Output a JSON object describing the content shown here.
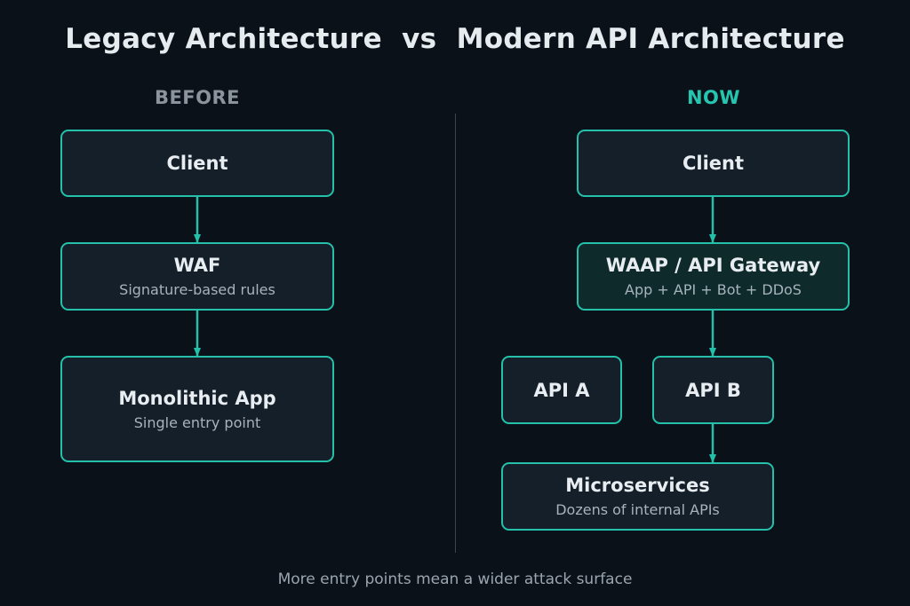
{
  "title": "Legacy Architecture  vs  Modern API Architecture",
  "before": {
    "label": "BEFORE",
    "nodes": [
      {
        "name": "Client",
        "sub": ""
      },
      {
        "name": "WAF",
        "sub": "Signature-based rules"
      },
      {
        "name": "Monolithic App",
        "sub": "Single entry point"
      }
    ]
  },
  "now": {
    "label": "NOW",
    "nodes": [
      {
        "name": "Client",
        "sub": ""
      },
      {
        "name": "WAAP / API Gateway",
        "sub": "App + API + Bot + DDoS"
      },
      {
        "name": "API A",
        "sub": ""
      },
      {
        "name": "API B",
        "sub": ""
      },
      {
        "name": "Microservices",
        "sub": "Dozens of internal APIs"
      }
    ]
  },
  "footer": "More entry points mean a wider attack surface",
  "colors": {
    "accent": "#25c0aa",
    "now_label": "#25c6b0",
    "before_label": "#8b949c",
    "background": "#0b1118",
    "node_fill": "#151f29",
    "gateway_fill": "#0f2a2b"
  }
}
